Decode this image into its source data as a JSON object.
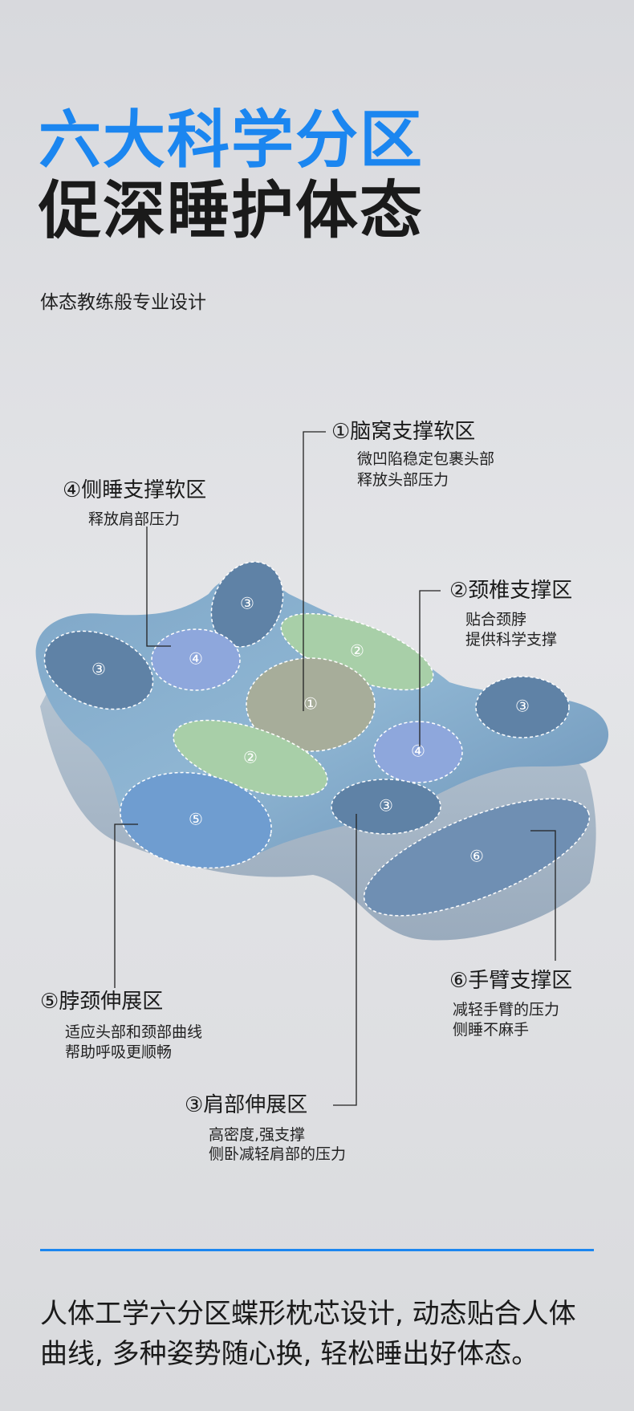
{
  "header": {
    "title_line1": "六大科学分区",
    "title_line2": "促深睡护体态",
    "subtitle": "体态教练般专业设计"
  },
  "zones": {
    "z1": {
      "title": "①脑窝支撑软区",
      "desc1": "微凹陷稳定包裹头部",
      "desc2": "释放头部压力"
    },
    "z4": {
      "title": "④侧睡支撑软区",
      "desc1": "释放肩部压力"
    },
    "z2": {
      "title": "②颈椎支撑区",
      "desc1": "贴合颈脖",
      "desc2": "提供科学支撑"
    },
    "z5": {
      "title": "⑤脖颈伸展区",
      "desc1": "适应头部和颈部曲线",
      "desc2": "帮助呼吸更顺畅"
    },
    "z6": {
      "title": "⑥手臂支撑区",
      "desc1": "减轻手臂的压力",
      "desc2": "侧睡不麻手"
    },
    "z3": {
      "title": "③肩部伸展区",
      "desc1": "高密度,强支撑",
      "desc2": "侧卧减轻肩部的压力"
    }
  },
  "pillow_labels": {
    "n1": "①",
    "n2": "②",
    "n3": "③",
    "n4": "④",
    "n5": "⑤",
    "n6": "⑥"
  },
  "footer": {
    "text": "人体工学六分区蝶形枕芯设计, 动态贴合人体曲线, 多种姿势随心换, 轻松睡出好体态。"
  },
  "colors": {
    "accent": "#1b86f0"
  }
}
